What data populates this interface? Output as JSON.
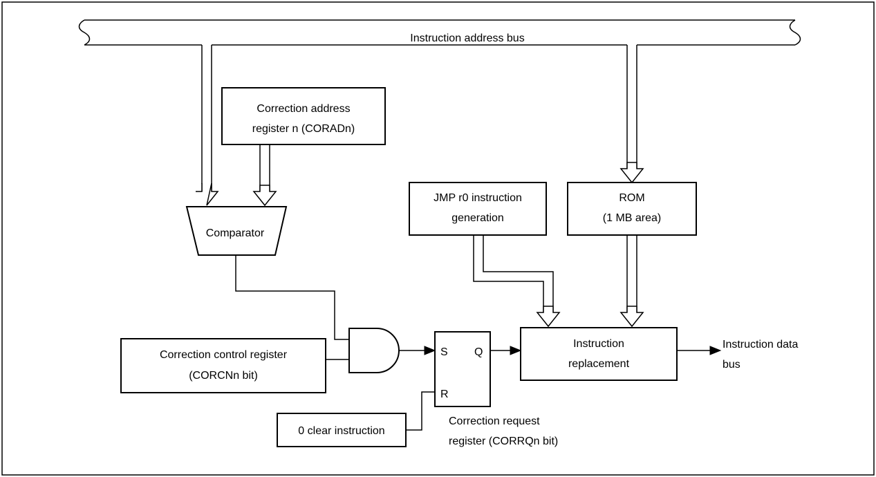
{
  "bus": {
    "address_label": "Instruction address bus"
  },
  "blocks": {
    "coradn": {
      "line1": "Correction address",
      "line2": "register n (CORADn)"
    },
    "comparator": {
      "label": "Comparator"
    },
    "jmp": {
      "line1": "JMP r0 instruction",
      "line2": "generation"
    },
    "rom": {
      "line1": "ROM",
      "line2": "(1 MB area)"
    },
    "corcn": {
      "line1": "Correction control register",
      "line2": "(CORCNn bit)"
    },
    "clear": {
      "label": "0 clear instruction"
    },
    "replacement": {
      "line1": "Instruction",
      "line2": "replacement"
    }
  },
  "flipflop": {
    "s": "S",
    "q": "Q",
    "r": "R",
    "caption1": "Correction request",
    "caption2": "register (CORRQn bit)"
  },
  "output": {
    "line1": "Instruction data",
    "line2": "bus"
  }
}
